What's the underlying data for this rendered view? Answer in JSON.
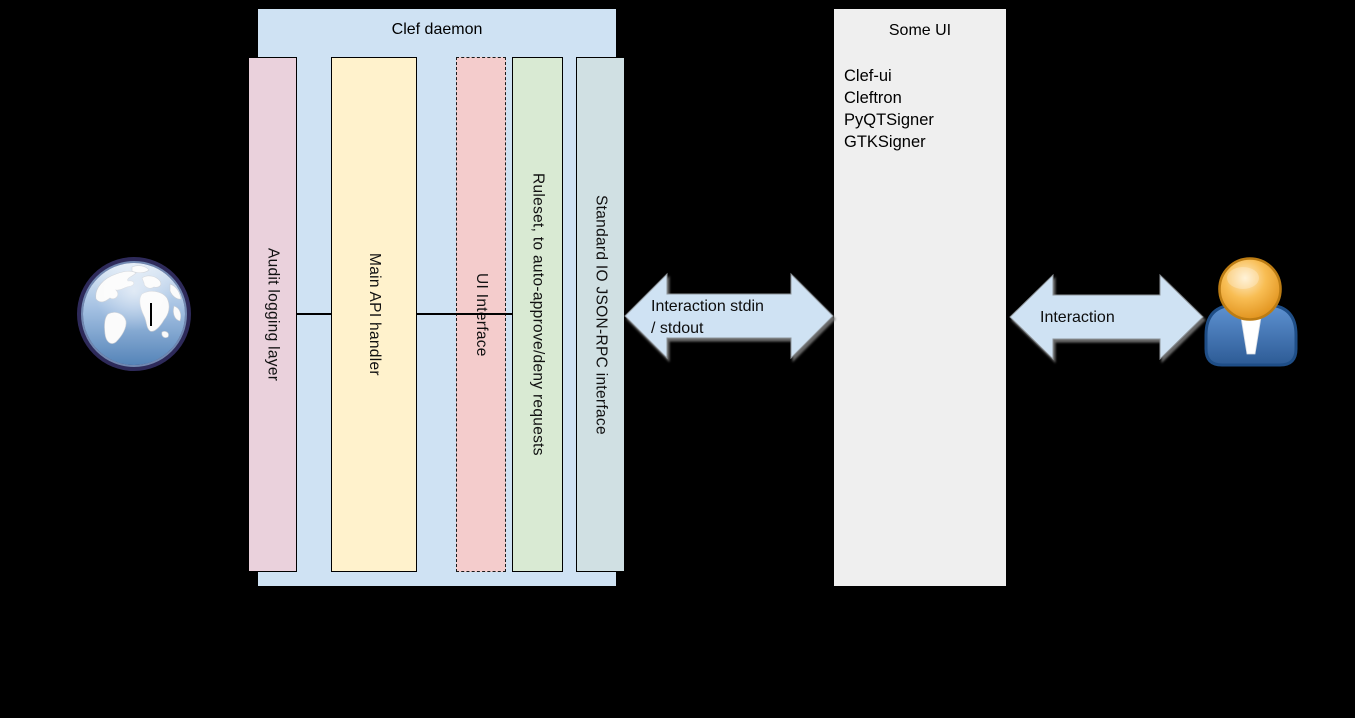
{
  "canvas": {
    "background": "#000000"
  },
  "daemon": {
    "title": "Clef daemon",
    "fill": "#cfe2f3",
    "bars": [
      {
        "label": "Audit logging layer",
        "fill": "#ead1dc",
        "style": "solid"
      },
      {
        "label": "Main API handler",
        "fill": "#fff2cc",
        "style": "solid"
      },
      {
        "label": "UI Interface",
        "fill": "#f4cccc",
        "style": "dashed"
      },
      {
        "label": "Ruleset, to auto-approve/deny requests",
        "fill": "#d9ead3",
        "style": "solid"
      },
      {
        "label": "Standard IO JSON-RPC interface",
        "fill": "#d0e0e3",
        "style": "solid"
      }
    ]
  },
  "some_ui": {
    "title": "Some UI",
    "fill": "#efefef",
    "items": [
      "Clef-ui",
      "Cleftron",
      "PyQTSigner",
      "GTKSigner"
    ]
  },
  "connectors": {
    "arrow_fill": "#cfe2f3",
    "stdio_arrow": {
      "line1": "Interaction stdin",
      "line2": "/ stdout"
    },
    "user_arrow": {
      "label": "Interaction"
    }
  },
  "icons": {
    "left": "globe-icon",
    "right": "person-icon"
  }
}
